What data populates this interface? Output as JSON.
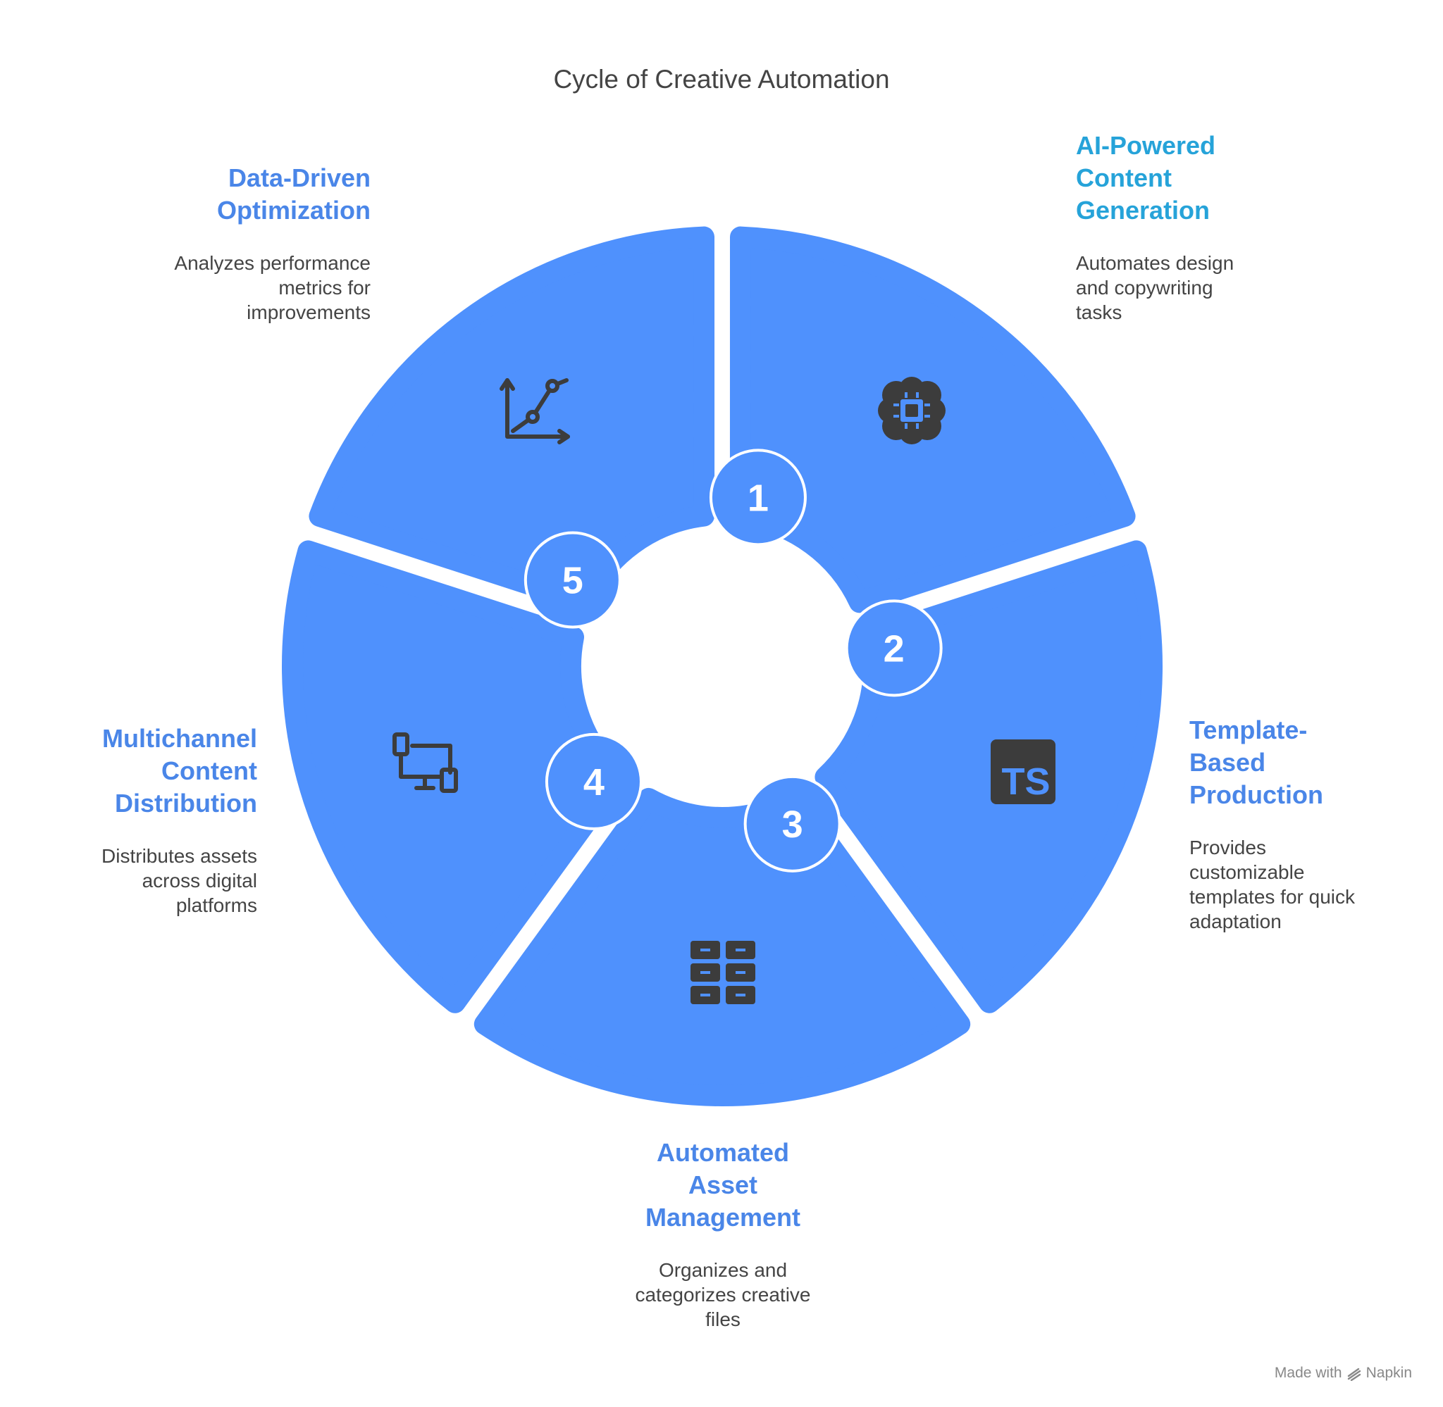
{
  "title": "Cycle of Creative Automation",
  "colors": {
    "segment": "#4f91fd",
    "heading": "#4a86e8",
    "heading_accent": "#26a3d9",
    "icon": "#3c3c3c",
    "text": "#444444"
  },
  "steps": [
    {
      "number": "1",
      "heading": "AI-Powered Content Generation",
      "description": "Automates design and copywriting tasks",
      "icon": "brain-chip-icon"
    },
    {
      "number": "2",
      "heading": "Template-Based Production",
      "description": "Provides customizable templates for quick adaptation",
      "icon": "typescript-icon"
    },
    {
      "number": "3",
      "heading": "Automated Asset Management",
      "description": "Organizes and categorizes creative files",
      "icon": "file-cabinet-icon"
    },
    {
      "number": "4",
      "heading": "Multichannel Content Distribution",
      "description": "Distributes assets across digital platforms",
      "icon": "devices-icon"
    },
    {
      "number": "5",
      "heading": "Data-Driven Optimization",
      "description": "Analyzes performance metrics for improvements",
      "icon": "line-chart-icon"
    }
  ],
  "watermark": {
    "text": "Made with",
    "brand": "Napkin",
    "icon": "napkin-logo-icon"
  }
}
